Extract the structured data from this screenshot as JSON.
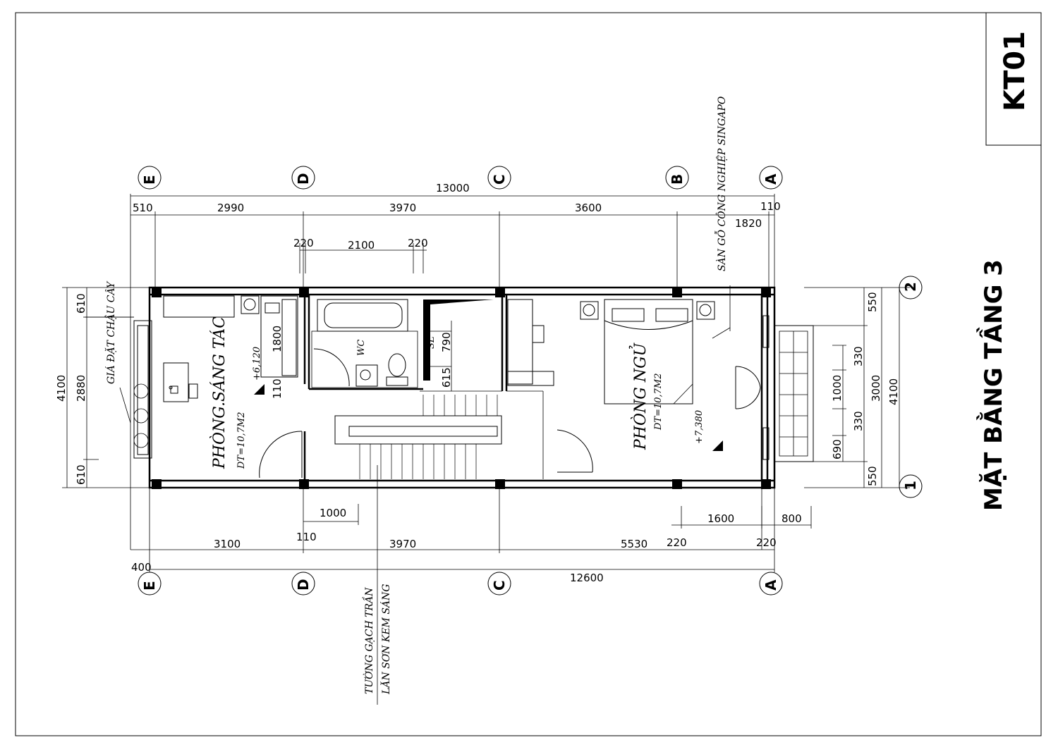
{
  "sheet": {
    "code": "KT01",
    "title": "MẶT BẰNG TẦNG 3"
  },
  "axes": {
    "top": [
      "E",
      "D",
      "C",
      "B",
      "A"
    ],
    "bottom": [
      "E",
      "D",
      "C",
      "A"
    ],
    "right": [
      "2",
      "1"
    ]
  },
  "dims_top": {
    "overall": "13000",
    "segments": [
      "510",
      "2990",
      "3970",
      "3600",
      "110"
    ],
    "extra": "1820",
    "stair": [
      "220",
      "2100",
      "220"
    ]
  },
  "dims_bottom": {
    "overall": "12600",
    "offset": "400",
    "segments": [
      "3100",
      "110",
      "3970",
      "5530",
      "220",
      "220"
    ],
    "door": "1000",
    "balcony": [
      "1600",
      "800"
    ]
  },
  "dims_left": [
    "610",
    "2880",
    "610",
    "4100"
  ],
  "dims_right": [
    "550",
    "330",
    "1000",
    "330",
    "690",
    "550",
    "3000",
    "4100"
  ],
  "dims_inner": [
    "1800",
    "110",
    "790",
    "615"
  ],
  "rooms": {
    "studio_name": "PHÒNG.SÁNG TÁC",
    "studio_area": "DT=10,7M2",
    "studio_level": "+6,120",
    "bed_name": "PHÒNG NGỦ",
    "bed_area": "DT=10,7M2",
    "bed_level": "+7,380",
    "wc": "WC",
    "sl": "SL"
  },
  "notes": {
    "floor": "SÀN GỖ CÔNG NGHIỆP SINGAPO",
    "plant": "GIÁ ĐẶT CHẬU CÂY",
    "wall1": "TƯỜNG GẠCH TRẦN",
    "wall2": "LĂN SƠN KEM SÁNG"
  }
}
